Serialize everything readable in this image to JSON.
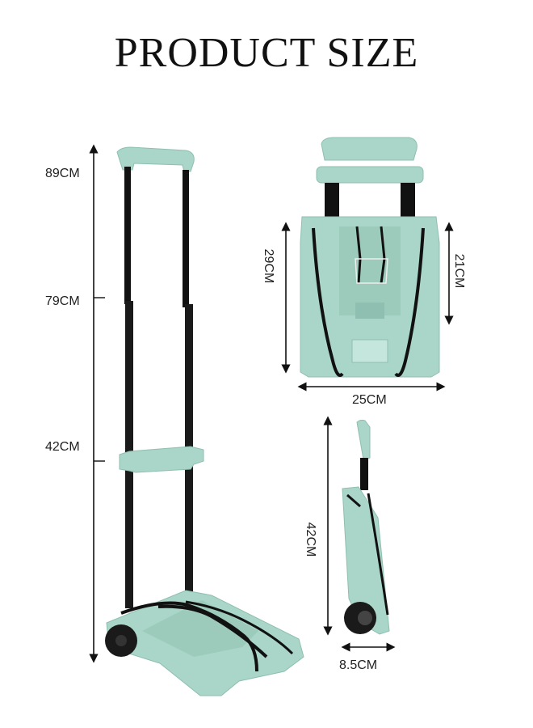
{
  "title": "PRODUCT SIZE",
  "colors": {
    "body": "#a9d6c8",
    "body_shadow": "#8fbfb0",
    "frame": "#111111",
    "arrow": "#111111"
  },
  "measurements": {
    "total_height": "89CM",
    "mid_height": "79CM",
    "low_height": "42CM",
    "folded_height": "29CM",
    "folded_inner_height": "21CM",
    "folded_width": "25CM",
    "side_height": "42CM",
    "side_depth": "8.5CM"
  }
}
